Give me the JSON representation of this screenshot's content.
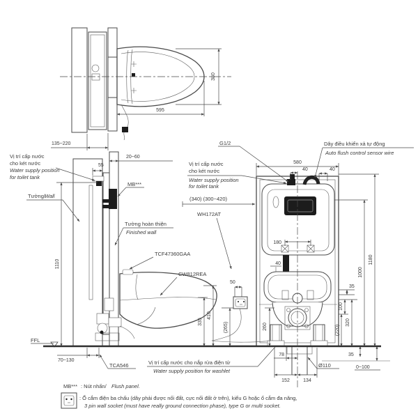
{
  "colors": {
    "line": "#4a4a4a",
    "text": "#3a3a3a",
    "panel_fill": "#1c1c1c"
  },
  "plan": {
    "dim_length": "595",
    "dim_width": "380",
    "dim_wall_range": "135~220"
  },
  "section": {
    "supply_vi1": "Vị trí cấp nước",
    "supply_vi2": "cho két nước",
    "supply_en1": "Water supply position",
    "supply_en2": "for toilet tank",
    "wall_vi": "Tường/",
    "wall_en": "Wall",
    "dim_finish": "20~60",
    "dim_55": "55",
    "mb": "MB***",
    "finished_wall_vi": "Tường hoàn thiện",
    "finished_wall_en": "Finished wall",
    "dim_height": "1110",
    "ffl": "FFL",
    "dim_floor_offset": "70~130",
    "drain_set": "TCA546"
  },
  "side": {
    "washlet_model": "TCF47360GAA",
    "bowl_model": "CW812REA",
    "dim_rim_height": "335",
    "dim_lid_height": "410",
    "dim_supply_height": "(265)",
    "dim_socket_offset": "50",
    "washlet_supply_vi": "Vị trí cấp nước cho nắp rửa điện tử",
    "washlet_supply_en": "Water supply position for washlet"
  },
  "front": {
    "model": "WH172AT",
    "thread": "G1/2",
    "sensor_vi": "Dây điều khiển xả tự động",
    "sensor_en": "Auto flush control sensor wire",
    "range": "(340) (300~420)",
    "dim_width": "580",
    "dim_supply_offset": "40",
    "dim_sensor_offset": "40",
    "dim_bolt_spacing": "180",
    "dim_pipe": "40",
    "dim_35_upper": "35",
    "dim_100": "100",
    "dim_320": "320",
    "dim_220": "(220)",
    "dim_260": "260",
    "dim_1000": "1000",
    "dim_1180": "1180",
    "dim_78": "78",
    "drain_dia": "Ø110",
    "dim_152": "152",
    "dim_134": "134",
    "dim_35_floor": "35",
    "dim_foot": "0~100"
  },
  "legend": {
    "mb_key": "MB***",
    "mb_vi": ": Nút nhấn/",
    "mb_en": "Flush panel.",
    "socket_vi": ": Ổ cắm điện ba chấu (dây phải được nối đất, cực nối đất ở trên), kiểu G hoặc ổ cắm đa năng,",
    "socket_en": "3 pin wall socket (must have really ground connection phase), type G or multi socket."
  }
}
